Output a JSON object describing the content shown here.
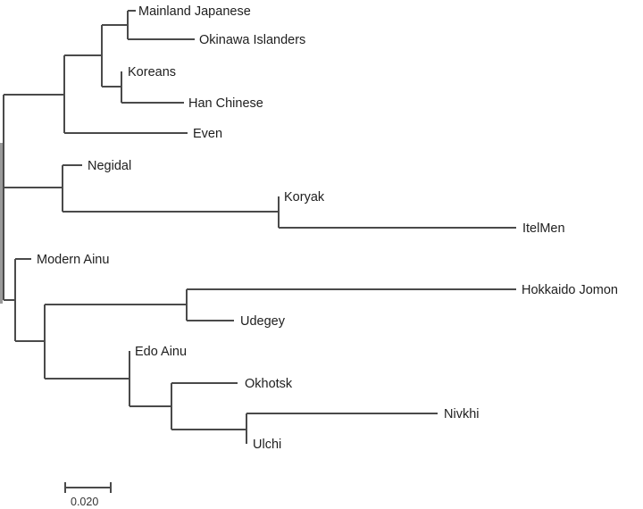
{
  "figure": {
    "type": "phylogenetic-tree",
    "layout": "rectangular",
    "scale_bar": {
      "label": "0.020"
    }
  },
  "taxa": [
    "Mainland Japanese",
    "Okinawa Islanders",
    "Koreans",
    "Han Chinese",
    "Even",
    "Negidal",
    "Koryak",
    "ItelMen",
    "Modern Ainu",
    "Hokkaido Jomon",
    "Udegey",
    "Edo Ainu",
    "Okhotsk",
    "Nivkhi",
    "Ulchi"
  ],
  "newick": "((((Mainland Japanese,Okinawa Islanders),(Koreans,Han Chinese)),Even),(Negidal,(Koryak,ItelMen)),(Modern Ainu,((Hokkaido Jomon,Udegey),(Edo Ainu,(Okhotsk,(Nivkhi,Ulchi))))));",
  "colors": {
    "branch": "#4a4a4a",
    "text": "#1e1e1e",
    "background": "#ffffff"
  }
}
